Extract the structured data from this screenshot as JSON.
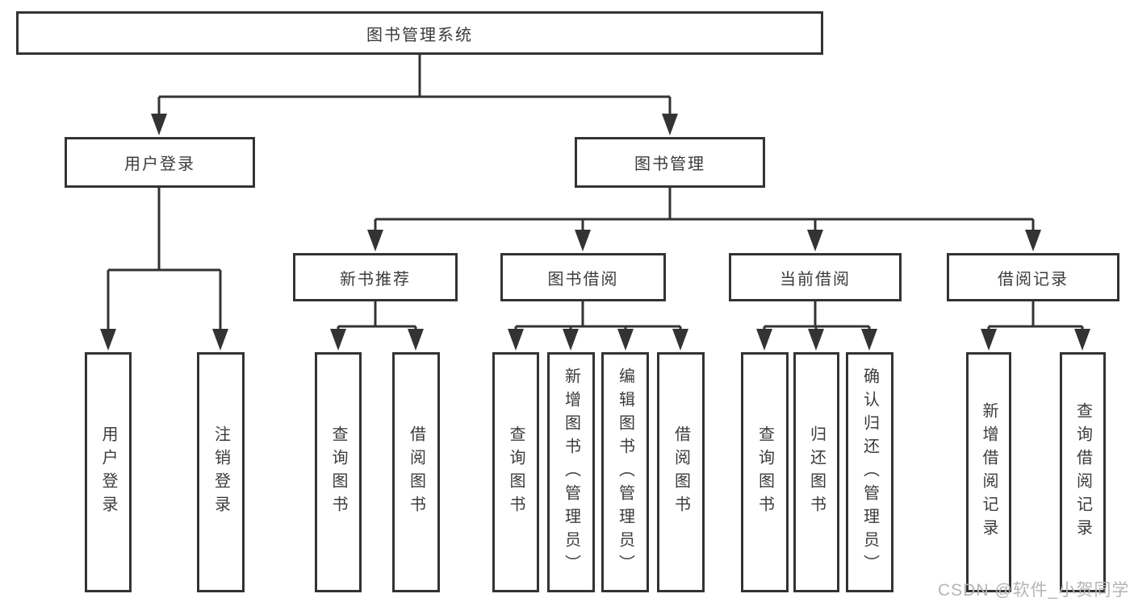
{
  "tree": {
    "root": {
      "label": "图书管理系统"
    },
    "level2": [
      {
        "label": "用户登录"
      },
      {
        "label": "图书管理"
      }
    ],
    "level3": [
      {
        "label": "新书推荐"
      },
      {
        "label": "图书借阅"
      },
      {
        "label": "当前借阅"
      },
      {
        "label": "借阅记录"
      }
    ],
    "leaves": {
      "login": [
        "用户登录",
        "注销登录"
      ],
      "recommend": [
        "查询图书",
        "借阅图书"
      ],
      "borrow": [
        "查询图书",
        "新增图书（管理员）",
        "编辑图书（管理员）",
        "借阅图书"
      ],
      "current": [
        "查询图书",
        "归还图书",
        "确认归还（管理员）"
      ],
      "records": [
        "新增借阅记录",
        "查询借阅记录"
      ]
    }
  },
  "watermark": {
    "text": "CSDN @软件_小贺同学"
  },
  "colors": {
    "line": "#333333",
    "border": "#333333",
    "text": "#3b3b3b",
    "watermark": "#b4b4b4",
    "background": "#ffffff"
  }
}
